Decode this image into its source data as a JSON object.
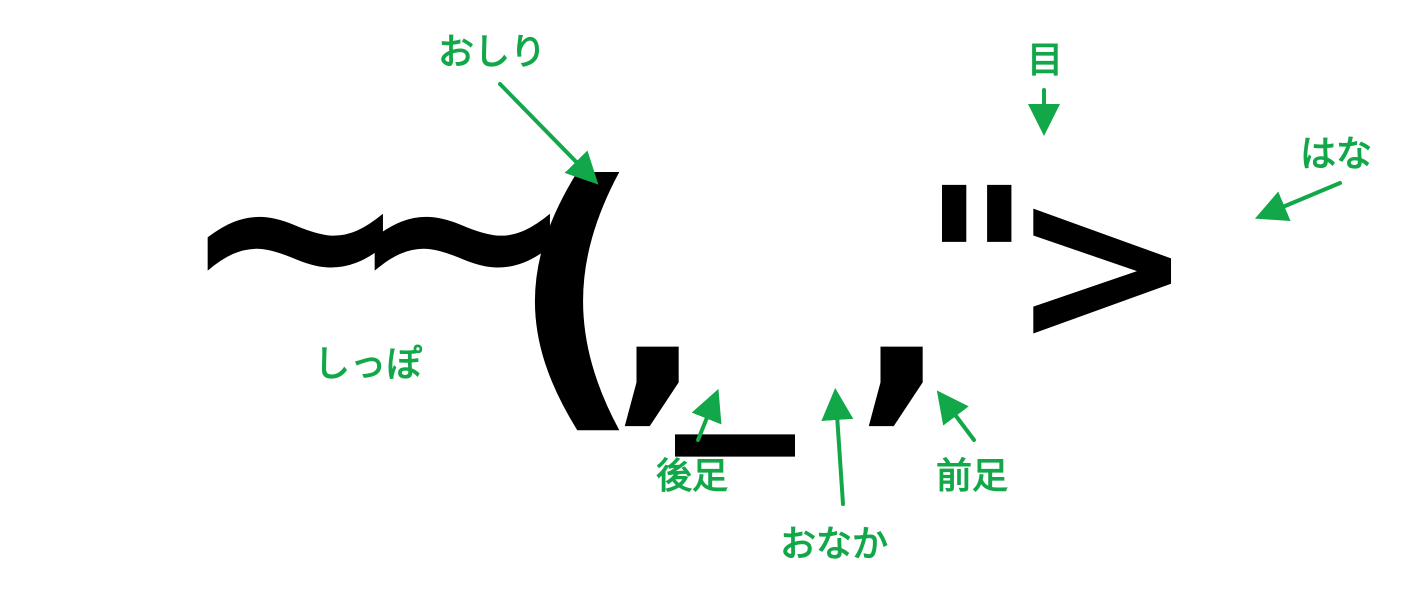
{
  "art": {
    "tilde1": "~",
    "tilde2": "~",
    "paren": "(",
    "comma_left": ",",
    "underscore": "_",
    "comma_right": ",",
    "quote": "\"",
    "greater": ">"
  },
  "labels": {
    "oshiri": "おしり",
    "me": "目",
    "hana": "はな",
    "shippo": "しっぽ",
    "atoashi": "後足",
    "maeashi": "前足",
    "onaka": "おなか"
  },
  "colors": {
    "annotation": "#12a84a",
    "art": "#000000"
  }
}
